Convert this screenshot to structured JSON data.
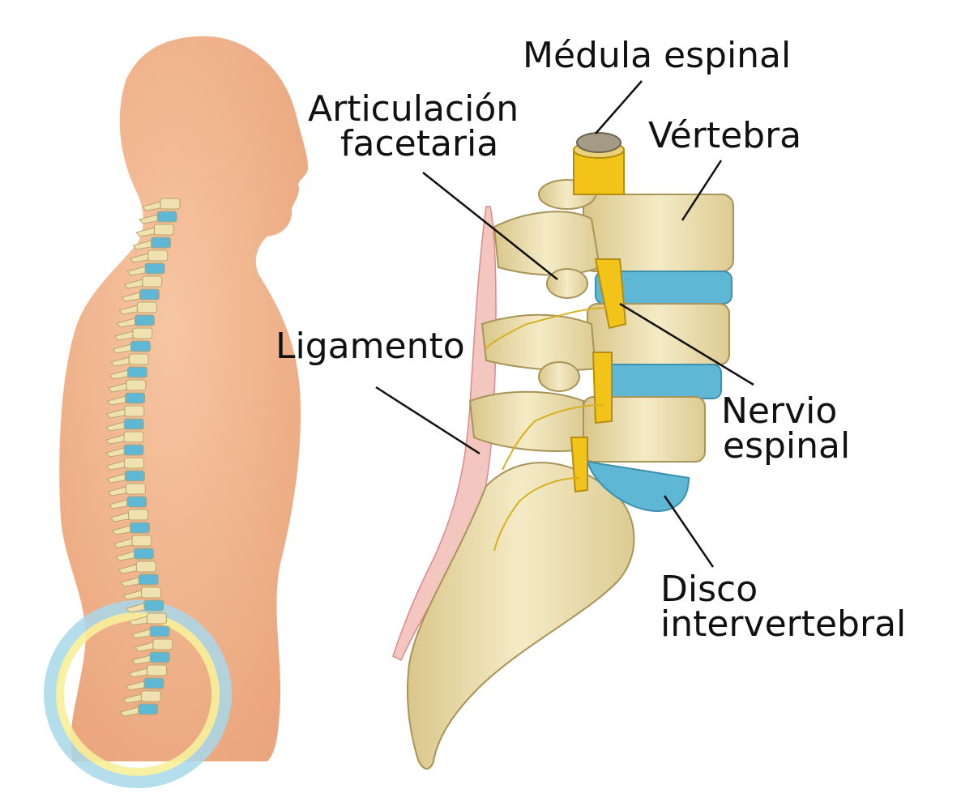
{
  "labels": {
    "spinal_cord": "Médula espinal",
    "facet_joint_line1": "Articulación",
    "facet_joint_line2": "facetaria",
    "vertebra": "Vértebra",
    "ligament": "Ligamento",
    "spinal_nerve_line1": "Nervio",
    "spinal_nerve_line2": "espinal",
    "disc_line1": "Disco",
    "disc_line2": "intervertebral"
  },
  "colors": {
    "skin": "#f2b58e",
    "bone": "#efe2b0",
    "disc": "#5fb7d6",
    "nerve": "#f2c318",
    "ligament": "#e8a0a0",
    "highlight_ring_outer": "#9fd3e8",
    "highlight_ring_inner": "#f7ef9a"
  }
}
